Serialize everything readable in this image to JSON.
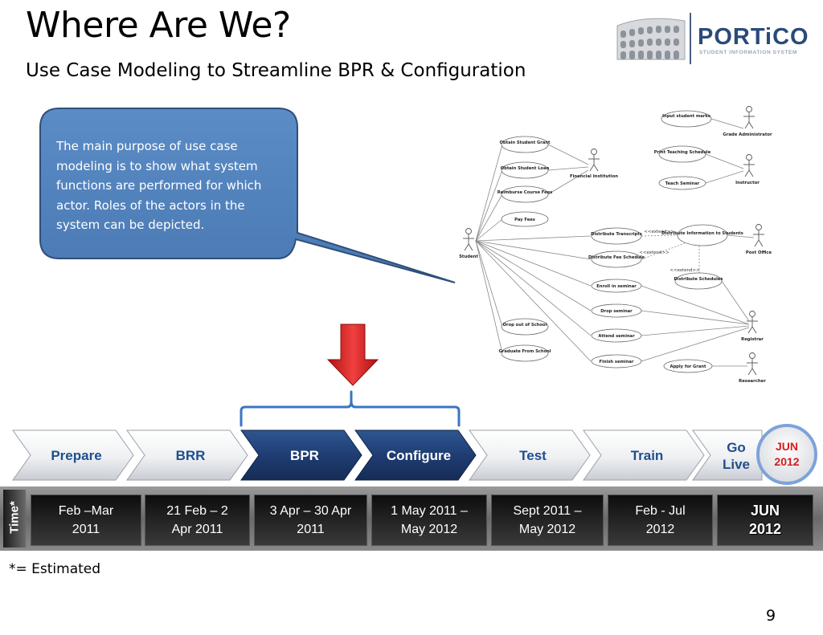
{
  "slide": {
    "title": "Where Are We?",
    "subtitle": "Use Case Modeling to Streamline BPR & Configuration",
    "page_number": "9",
    "footnote": "*= Estimated"
  },
  "logo": {
    "wordmark": "PORTiCO",
    "tagline": "STUDENT INFORMATION SYSTEM"
  },
  "callout": {
    "text": "The main purpose of use case modeling is to show what system functions are performed for which actor. Roles of the actors in the system can be depicted.",
    "fill_color": "#4f81bd"
  },
  "use_case_diagram": {
    "actors": [
      "Grade Administrator",
      "Financial Institution",
      "Instructor",
      "Student",
      "Post Office",
      "Registrar",
      "Researcher"
    ],
    "use_cases": [
      "Input student marks",
      "Obtain Student Grant",
      "Print Teaching Schedule",
      "Obtain Student Loan",
      "Teach Seminar",
      "Reimburse Course Fees",
      "Pay Fees",
      "Distribute Transcripts",
      "Distribute Information to Students",
      "Distribute Fee Schedule",
      "Distribute Schedules",
      "Enroll in seminar",
      "Drop seminar",
      "Drop out of School",
      "Attend seminar",
      "Graduate From School",
      "Finish seminar",
      "Apply for Grant"
    ],
    "extend_label": "<<extend>>"
  },
  "process": {
    "stages": [
      {
        "label": "Prepare",
        "active": false
      },
      {
        "label": "BRR",
        "active": false
      },
      {
        "label": "BPR",
        "active": true
      },
      {
        "label": "Configure",
        "active": true
      },
      {
        "label": "Test",
        "active": false
      },
      {
        "label": "Train",
        "active": false
      }
    ],
    "go_live_line1": "Go",
    "go_live_line2": "Live",
    "go_live_month": "JUN",
    "go_live_year": "2012",
    "active_color": "#1f3d73",
    "inactive_text_color": "#1f4e8c",
    "marker_color": "#e02020"
  },
  "timeline": {
    "label": "Time*",
    "dates": [
      {
        "line1": "Feb –Mar",
        "line2": "2011"
      },
      {
        "line1": "21 Feb – 2",
        "line2": "Apr 2011"
      },
      {
        "line1": "3 Apr – 30 Apr",
        "line2": "2011"
      },
      {
        "line1": "1 May 2011 –",
        "line2": "May 2012"
      },
      {
        "line1": "Sept 2011 –",
        "line2": "May 2012"
      },
      {
        "line1": "Feb - Jul",
        "line2": "2012"
      },
      {
        "line1": "JUN",
        "line2": "2012"
      }
    ]
  }
}
